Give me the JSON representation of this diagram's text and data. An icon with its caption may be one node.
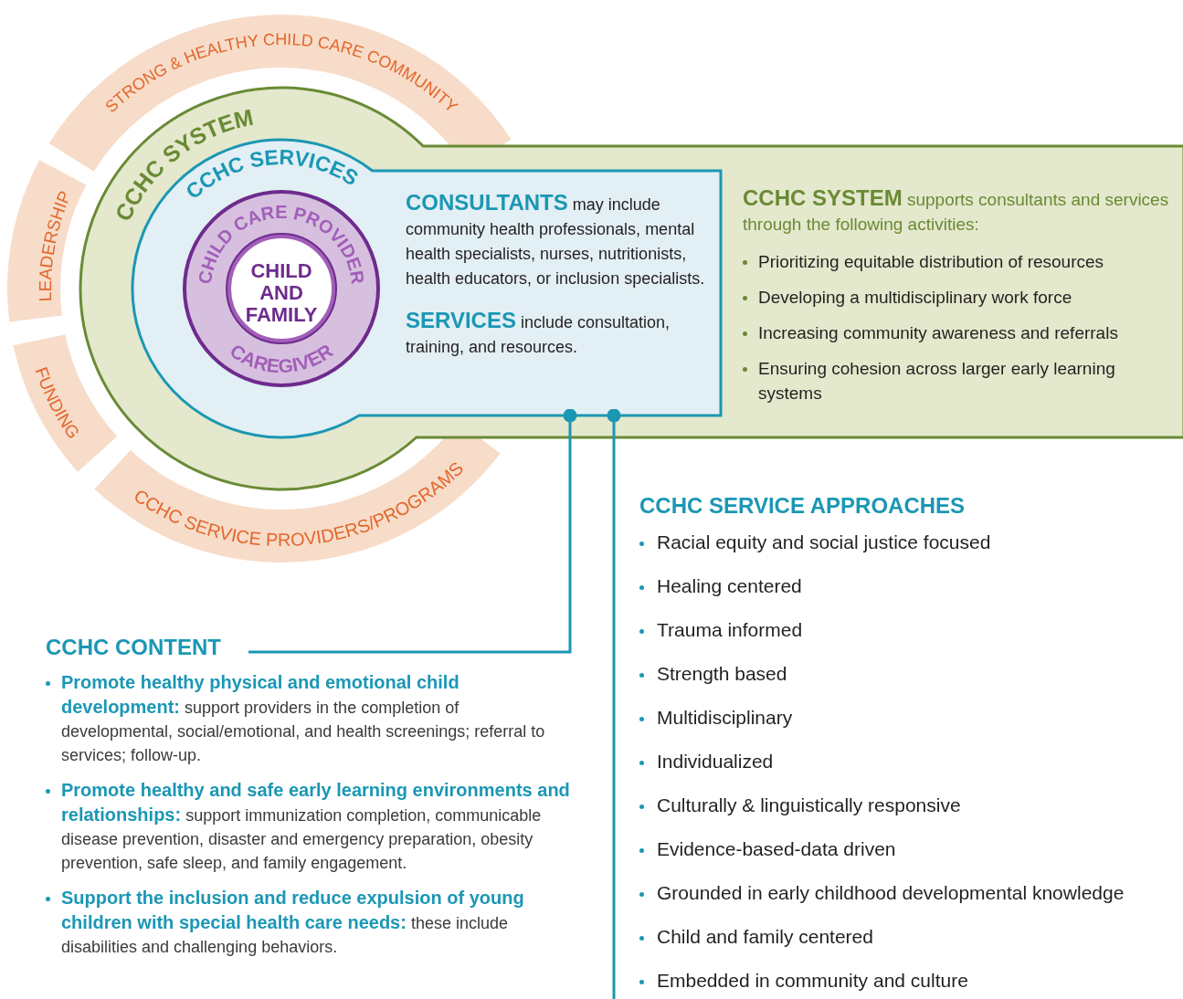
{
  "diagram": {
    "nodes": [
      {
        "text": [
          "STRONG & HEALTHY CHILD CARE COMMUNITY"
        ]
      },
      {
        "text": [
          "LEADERSHIP"
        ]
      },
      {
        "text": [
          "FUNDING"
        ]
      },
      {
        "text": [
          "CCHC SERVICE PROVIDERS/PROGRAMS"
        ]
      },
      {
        "text": [
          "CCHC SYSTEM",
          "**CCHC SYSTEM** supports consultants and services through the following activities:",
          "Prioritizing equitable distribution of resources",
          "Developing a multidisciplinary work force",
          "Increasing community awareness and referrals",
          "Ensuring cohesion across larger early learning systems"
        ]
      },
      {
        "text": [
          "CCHC SERVICES",
          "**CONSULTANTS** may include community health professionals, mental health specialists, nurses, nutritionists, health educators, or inclusion specialists.",
          "**SERVICES** include consultation, training, and resources."
        ],
        "in": 4
      },
      {
        "text": [
          "CHILD CARE PROVIDER",
          "CAREGIVER"
        ],
        "in": 5
      },
      {
        "text": [
          "CHILD AND FAMILY"
        ],
        "in": 6
      },
      {
        "text": [
          "CCHC CONTENT"
        ]
      },
      {
        "text": [
          "CCHC SERVICE APPROACHES",
          "Racial equity and social justice focused",
          "Healing centered",
          "Trauma informed",
          "Strength based",
          "Multidisciplinary",
          "Individualized",
          "Culturally & linguistically responsive",
          "Evidence-based-data driven",
          "Grounded in early childhood developmental knowledge",
          "Child and family centered",
          "Embedded in community and culture"
        ]
      }
    ],
    "edges": [
      {
        "from": 5,
        "to": 8,
        "arrow": "other"
      },
      {
        "from": 5,
        "to": null,
        "arrow": "other"
      }
    ],
    "labels": [
      "**Promote healthy physical and emotional child development:** support providers in the completion of developmental, social/emotional, and health screenings; referral to services; follow-up.",
      "**Promote healthy and safe early learning environments and relationships:** support immunization completion, communicable disease prevention, disaster and emergency preparation, obesity prevention, safe sleep, and family engagement.",
      "**Support the inclusion and reduce expulsion of young children with special health care needs:** these include disabilities and challenging behaviors."
    ]
  }
}
